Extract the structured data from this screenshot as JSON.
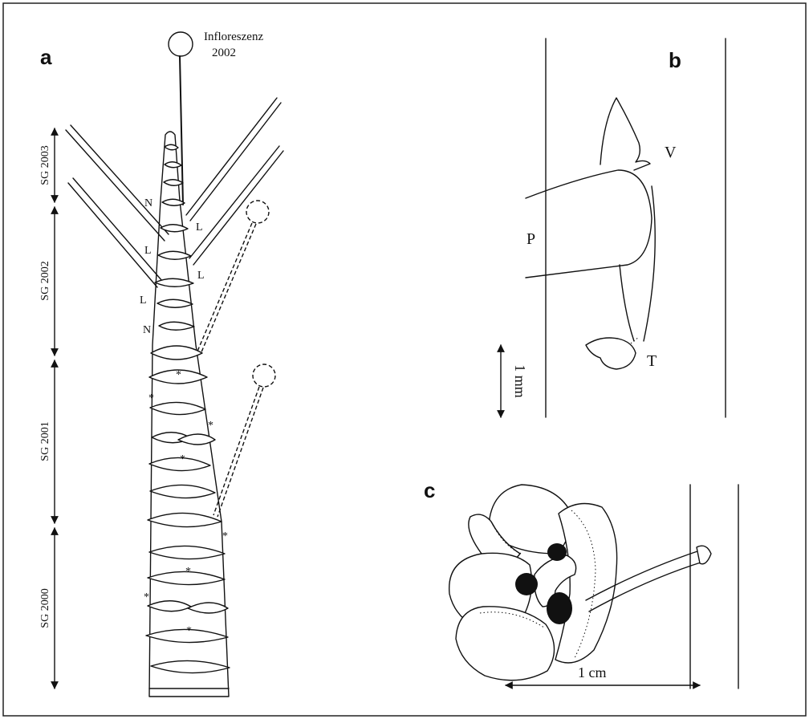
{
  "panels": {
    "a": {
      "letter": "a",
      "inflorescence_label": "Infloreszenz",
      "inflorescence_year": "2002",
      "segments": [
        "SG 2003",
        "SG 2002",
        "SG 2001",
        "SG 2000"
      ],
      "leaf_labels": [
        "N",
        "L",
        "L",
        "L",
        "L",
        "N"
      ],
      "marker": "*"
    },
    "b": {
      "letter": "b",
      "labels": {
        "P": "P",
        "V": "V",
        "T": "T"
      },
      "scale": "1 mm"
    },
    "c": {
      "letter": "c",
      "scale": "1 cm"
    }
  }
}
